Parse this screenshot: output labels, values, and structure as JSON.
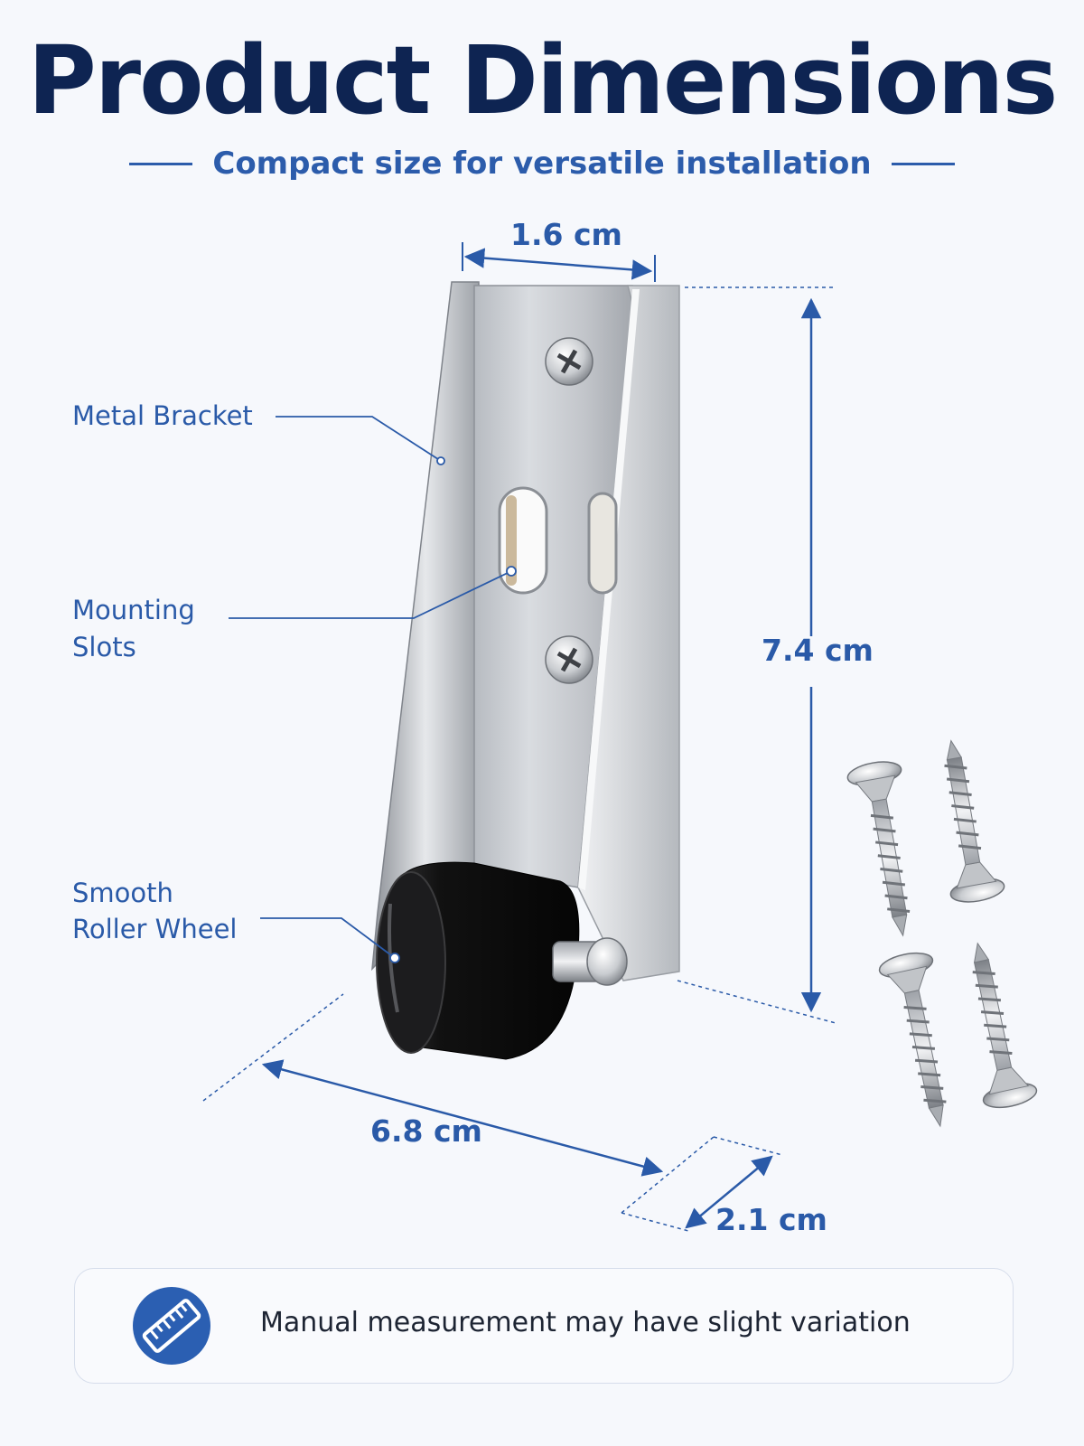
{
  "header": {
    "title": "Product Dimensions",
    "subtitle": "Compact size for versatile installation"
  },
  "callouts": {
    "bracket": "Metal Bracket",
    "slots_line1": "Mounting",
    "slots_line2": "Slots",
    "wheel_line1": "Smooth",
    "wheel_line2": "Roller Wheel"
  },
  "dimensions": {
    "width": "1.6 cm",
    "height": "7.4 cm",
    "length": "6.8 cm",
    "depth": "2.1 cm"
  },
  "note": {
    "text": "Manual measurement may have slight variation",
    "icon": "ruler-icon"
  },
  "colors": {
    "title": "#0e2452",
    "accent": "#2a5aa8",
    "icon_circle": "#2b5fb2",
    "metal": "#c4c7cc",
    "wheel": "#1a1a1a"
  }
}
